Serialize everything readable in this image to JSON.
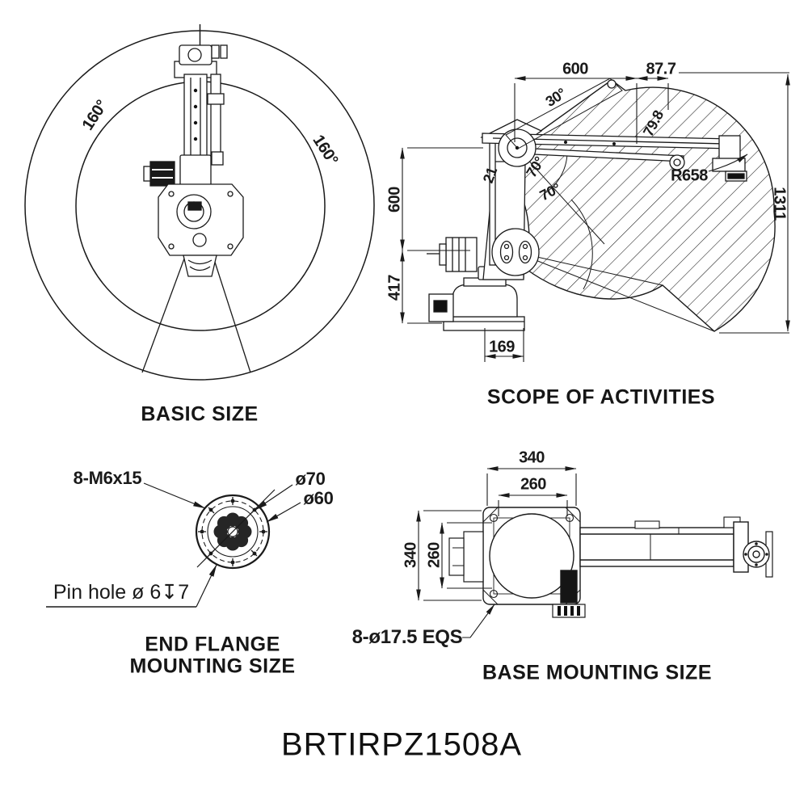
{
  "model_title": "BRTIRPZ1508A",
  "basic_size": {
    "title": "BASIC SIZE",
    "angle_left": "160°",
    "angle_right": "160°"
  },
  "scope": {
    "title": "SCOPE OF ACTIVITIES",
    "dim_top": "600",
    "dim_top_right": "87.7",
    "dim_right": "1311",
    "dim_left_upper": "600",
    "dim_left_lower": "417",
    "dim_bottom": "169",
    "radius_label": "R658",
    "angle_top": "30°",
    "angle_upper": "70°",
    "angle_lower": "70°",
    "dim_diag": "79.8",
    "dim_small": "21"
  },
  "flange": {
    "title_line1": "END FLANGE",
    "title_line2": "MOUNTING SIZE",
    "bolts_label": "8-M6x15",
    "dia_outer": "ø70",
    "dia_inner": "ø60",
    "pin_hole_label": "Pin hole ø 6↧7"
  },
  "base": {
    "title": "BASE MOUNTING SIZE",
    "dim_top_outer": "340",
    "dim_top_inner": "260",
    "dim_left_outer": "340",
    "dim_left_inner": "260",
    "holes_label": "8-ø17.5 EQS"
  }
}
